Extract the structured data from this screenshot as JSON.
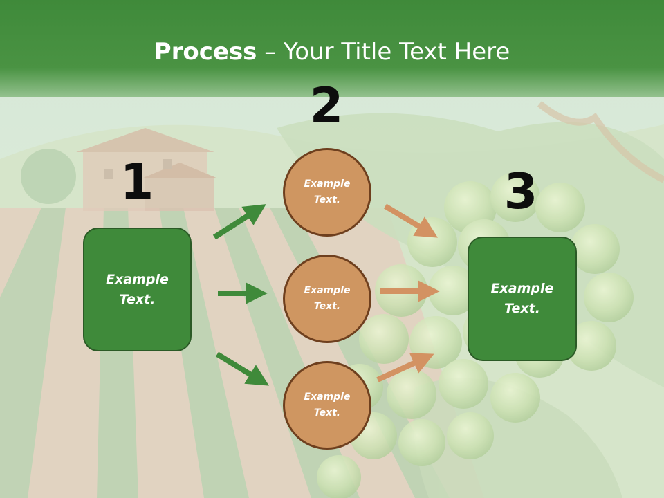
{
  "title": {
    "bold": "Process",
    "rest": " – Your Title Text Here"
  },
  "steps": [
    {
      "number": "1",
      "box_text_line1": "Example",
      "box_text_line2": "Text."
    },
    {
      "number": "2"
    },
    {
      "number": "3",
      "box_text_line1": "Example",
      "box_text_line2": "Text."
    }
  ],
  "circles": [
    {
      "line1": "Example",
      "line2": "Text."
    },
    {
      "line1": "Example",
      "line2": "Text."
    },
    {
      "line1": "Example",
      "line2": "Text."
    }
  ],
  "colors": {
    "green": "#3f8a3a",
    "orange": "#cf9661",
    "arrow_green": "#3f8a3a",
    "arrow_orange": "#d39262"
  }
}
